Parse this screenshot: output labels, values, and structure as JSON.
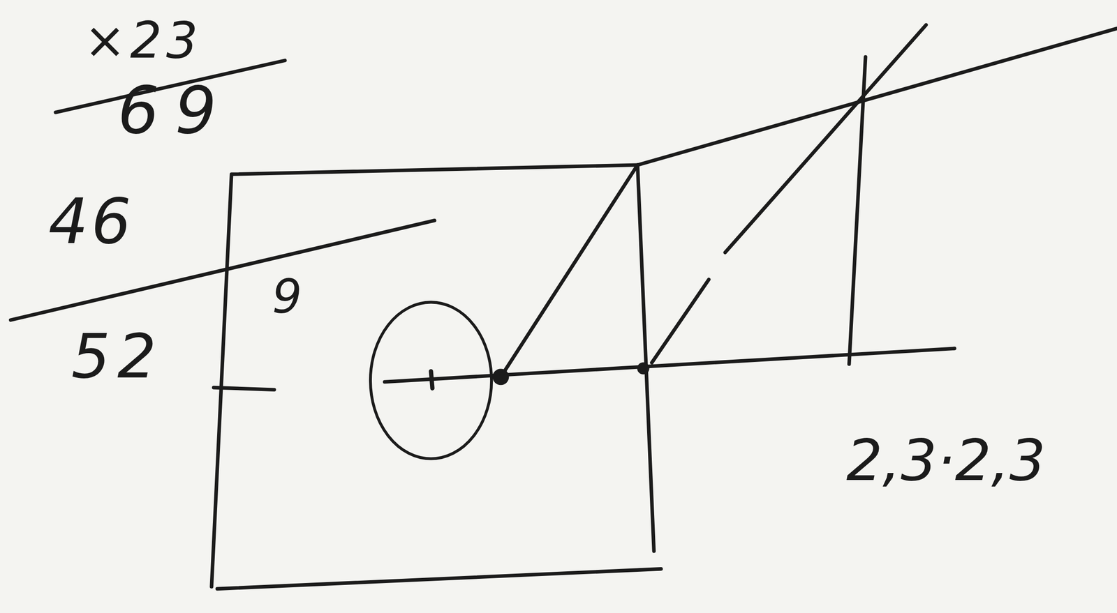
{
  "diagram": {
    "labels": [
      "×23",
      "69",
      "46",
      "52",
      "9",
      "2,3·2,3"
    ]
  }
}
